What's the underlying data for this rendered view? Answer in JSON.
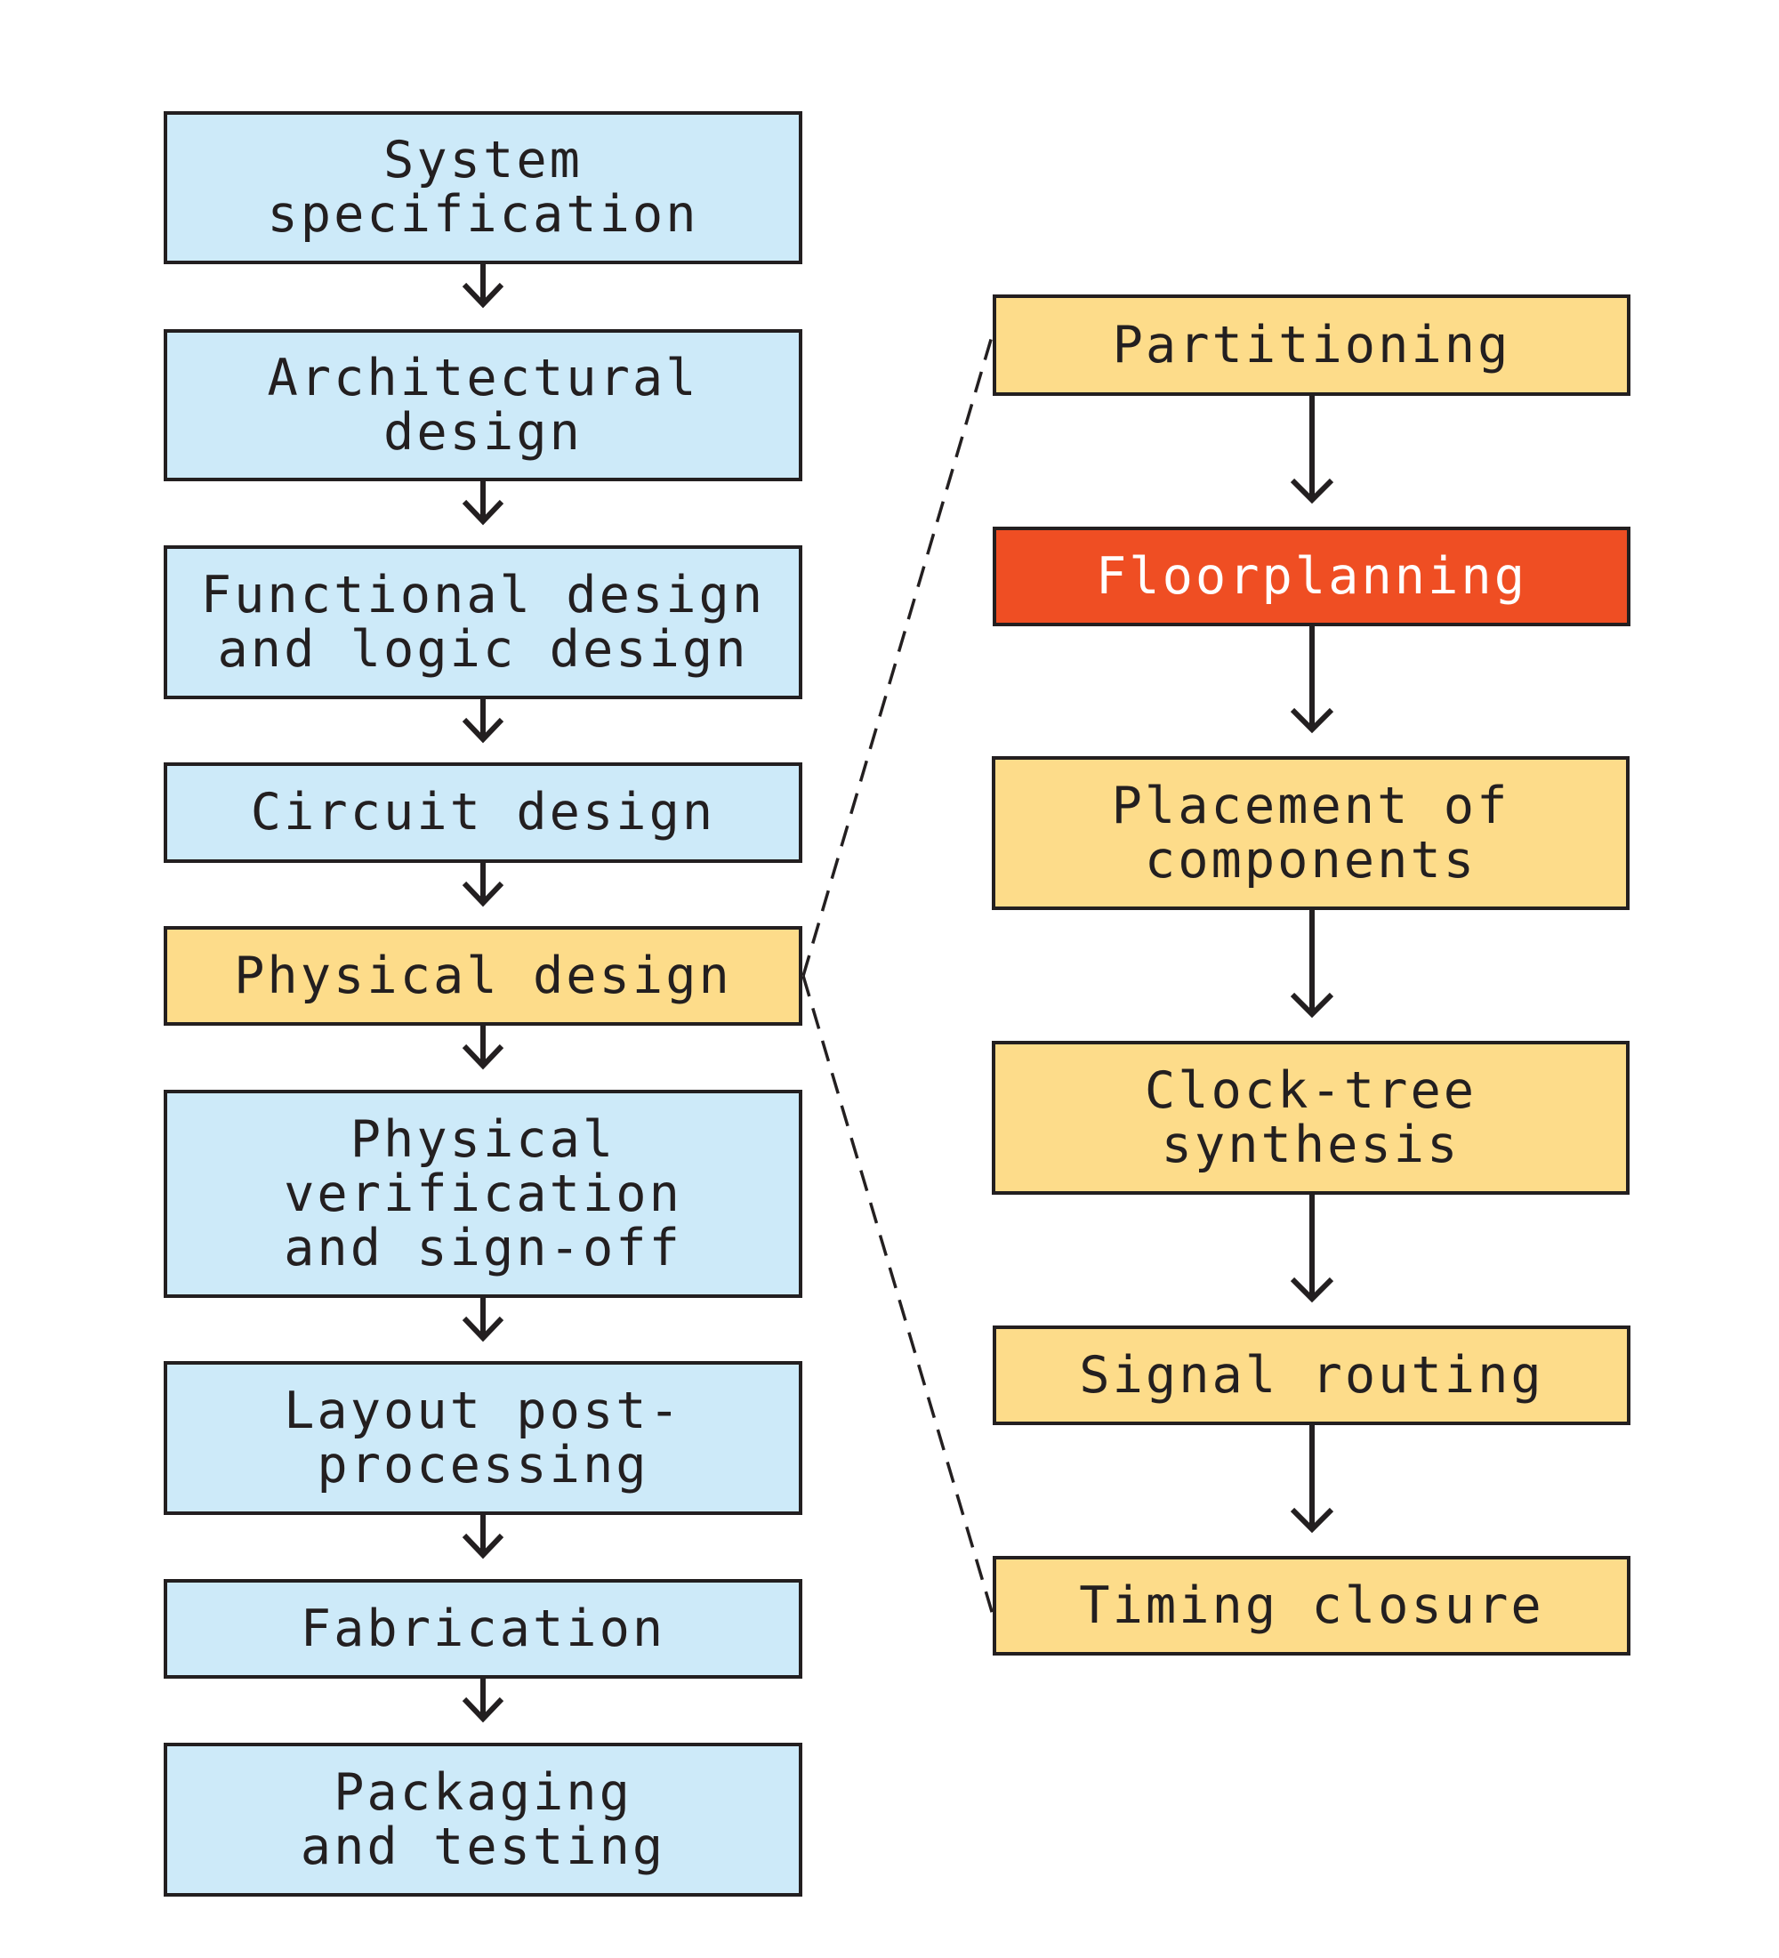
{
  "main_flow": {
    "steps": [
      {
        "label": "System\nspecification",
        "color": "#cdeaf9"
      },
      {
        "label": "Architectural\ndesign",
        "color": "#cdeaf9"
      },
      {
        "label": "Functional design\nand logic design",
        "color": "#cdeaf9"
      },
      {
        "label": "Circuit design",
        "color": "#cdeaf9"
      },
      {
        "label": "Physical design",
        "color": "#fddc8a"
      },
      {
        "label": "Physical\nverification\nand sign-off",
        "color": "#cdeaf9"
      },
      {
        "label": "Layout post-\nprocessing",
        "color": "#cdeaf9"
      },
      {
        "label": "Fabrication",
        "color": "#cdeaf9"
      },
      {
        "label": "Packaging\nand testing",
        "color": "#cdeaf9"
      }
    ]
  },
  "physical_design_flow": {
    "expands": "Physical design",
    "steps": [
      {
        "label": "Partitioning",
        "color": "#fddc8a"
      },
      {
        "label": "Floorplanning",
        "color": "#ef4e23",
        "highlighted": true
      },
      {
        "label": "Placement of\ncomponents",
        "color": "#fddc8a"
      },
      {
        "label": "Clock-tree\nsynthesis",
        "color": "#fddc8a"
      },
      {
        "label": "Signal routing",
        "color": "#fddc8a"
      },
      {
        "label": "Timing closure",
        "color": "#fddc8a"
      }
    ]
  }
}
